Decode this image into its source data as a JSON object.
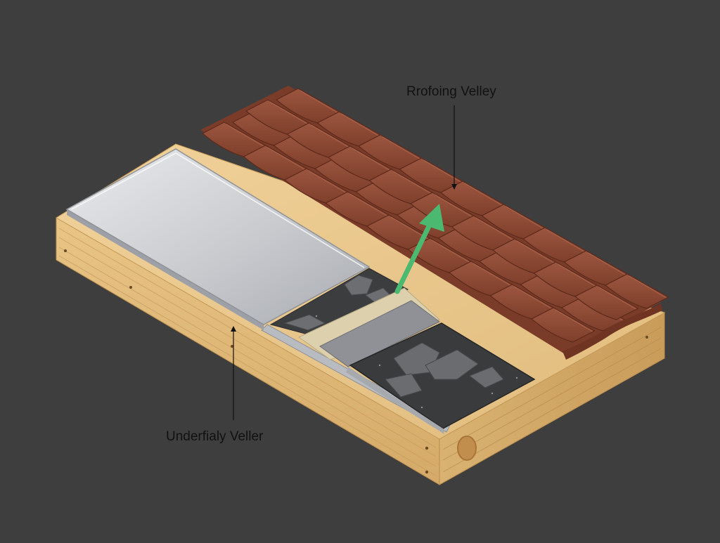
{
  "diagram": {
    "labels": {
      "top": "Rrofoing Velley",
      "bottom": "Underfialy Veller"
    },
    "components": [
      {
        "name": "clay roof tiles",
        "color": "#8e4a33"
      },
      {
        "name": "metal flashing sheet",
        "color": "#c9cbcf"
      },
      {
        "name": "dark underlayment membrane",
        "color": "#3c3d3f"
      },
      {
        "name": "wood sheathing board",
        "color": "#e3c184"
      }
    ],
    "flow_arrow": {
      "direction": "up-right",
      "color": "#4cb971"
    },
    "colors": {
      "background": "#3e3e3e",
      "label_text": "#111111",
      "leader_line": "#111111"
    }
  }
}
